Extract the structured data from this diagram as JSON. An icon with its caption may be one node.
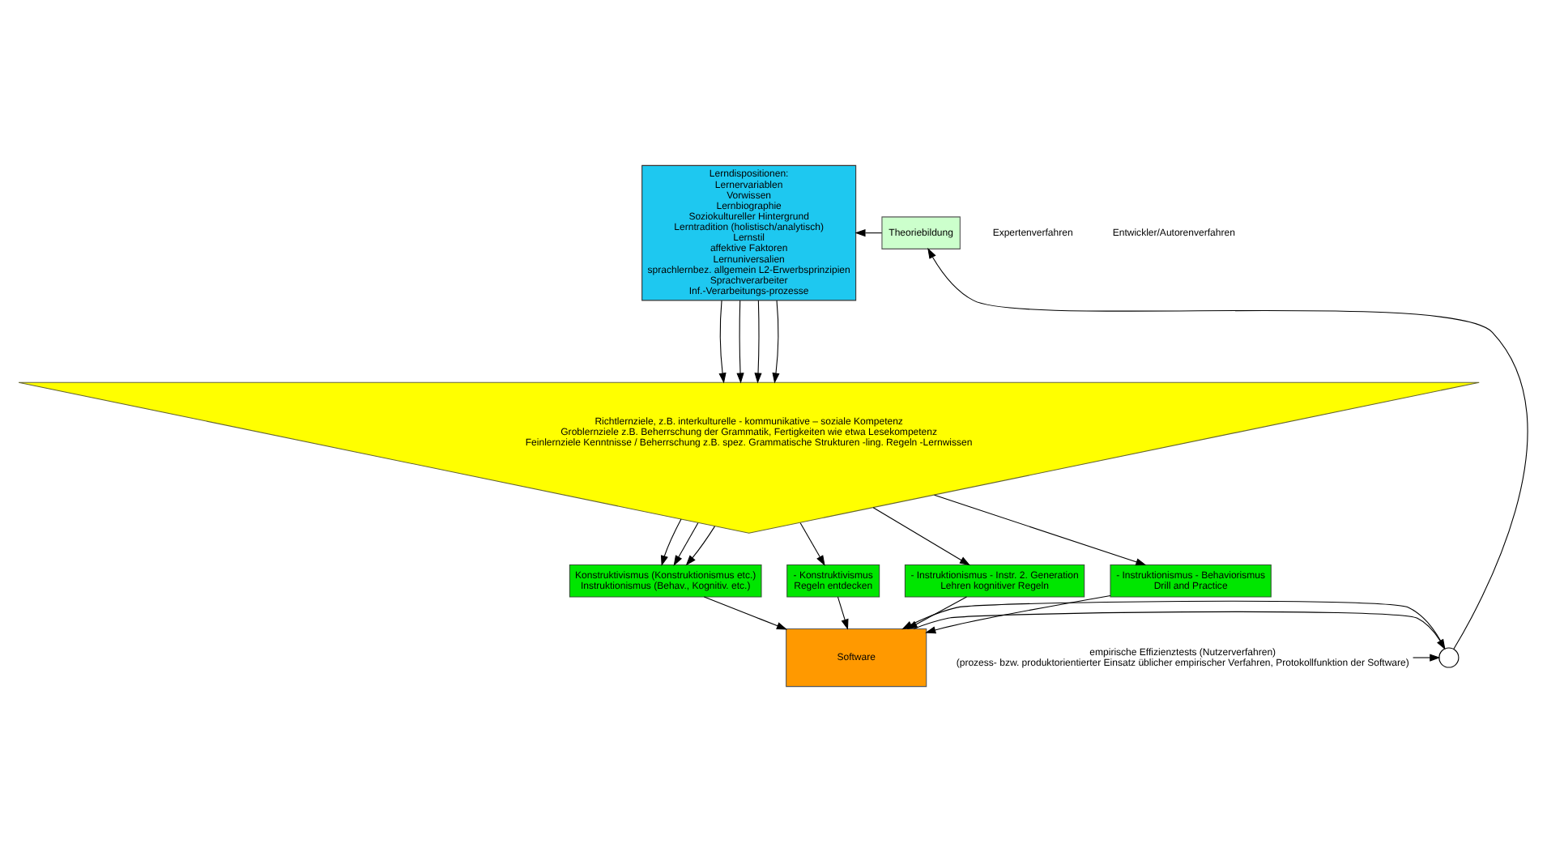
{
  "diagram": {
    "nodes": [
      {
        "text": [
          "Lerndispositionen:",
          "Lernervariablen",
          "Vorwissen",
          "Lernbiographie",
          "Soziokultureller Hintergrund",
          "Lerntradition (holistisch/analytisch)",
          "Lernstil",
          "affektive Faktoren",
          "Lernuniversalien",
          "sprachlernbez. allgemein L2-Erwerbsprinzipien",
          "Sprachverarbeiter",
          "Inf.-Verarbeitungs-prozesse"
        ]
      },
      {
        "text": [
          "Richtlernziele, z.B. interkulturelle - kommunikative – soziale Kompetenz",
          "Groblernziele z.B. Beherrschung der Grammatik, Fertigkeiten wie etwa Lesekompetenz",
          "Feinlernziele Kenntnisse / Beherrschung z.B. spez. Grammatische Strukturen -ling. Regeln -Lernwissen"
        ]
      },
      {
        "text": [
          "Theoriebildung"
        ]
      },
      {
        "text": [
          "Konstruktivismus (Konstruktionismus etc.)",
          "Instruktionismus (Behav., Kognitiv. etc.)"
        ]
      },
      {
        "text": [
          "- Konstruktivismus",
          "Regeln entdecken"
        ]
      },
      {
        "text": [
          "- Instruktionismus - Instr. 2. Generation",
          "Lehren kognitiver Regeln"
        ]
      },
      {
        "text": [
          "- Instruktionismus - Behaviorismus",
          "Drill and Practice"
        ]
      },
      {
        "text": [
          "Software"
        ]
      },
      {
        "text": [],
        "shape": "circle"
      },
      {
        "text": [
          "empirische Effizienztests (Nutzerverfahren)",
          "(prozess- bzw. produktorientierter Einsatz üblicher empirischer Verfahren, Protokollfunktion der Software)"
        ]
      }
    ],
    "edges": [
      {
        "from": 2,
        "to": 0,
        "arrow": "to"
      },
      {
        "from": 0,
        "to": 1,
        "arrow": "to"
      },
      {
        "from": 0,
        "to": 1,
        "arrow": "to"
      },
      {
        "from": 0,
        "to": 1,
        "arrow": "to"
      },
      {
        "from": 0,
        "to": 1,
        "arrow": "to"
      },
      {
        "from": 1,
        "to": 3,
        "arrow": "to"
      },
      {
        "from": 1,
        "to": 3,
        "arrow": "to"
      },
      {
        "from": 1,
        "to": 3,
        "arrow": "to"
      },
      {
        "from": 1,
        "to": 4,
        "arrow": "to"
      },
      {
        "from": 1,
        "to": 5,
        "arrow": "to"
      },
      {
        "from": 1,
        "to": 6,
        "arrow": "to"
      },
      {
        "from": 4,
        "to": 7,
        "arrow": "to"
      },
      {
        "from": 5,
        "to": 7,
        "arrow": "to"
      },
      {
        "from": 6,
        "to": 7,
        "arrow": "to"
      },
      {
        "from": 3,
        "to": 7,
        "arrow": "to"
      },
      {
        "from": 7,
        "to": 8,
        "arrow": "to"
      },
      {
        "from": 8,
        "to": 7,
        "arrow": "to"
      },
      {
        "from": 9,
        "to": 8,
        "arrow": "to"
      },
      {
        "from": 8,
        "to": 2,
        "arrow": "to"
      }
    ],
    "labels": [
      "Expertenverfahren",
      "Entwickler/Autorenverfahren"
    ]
  }
}
